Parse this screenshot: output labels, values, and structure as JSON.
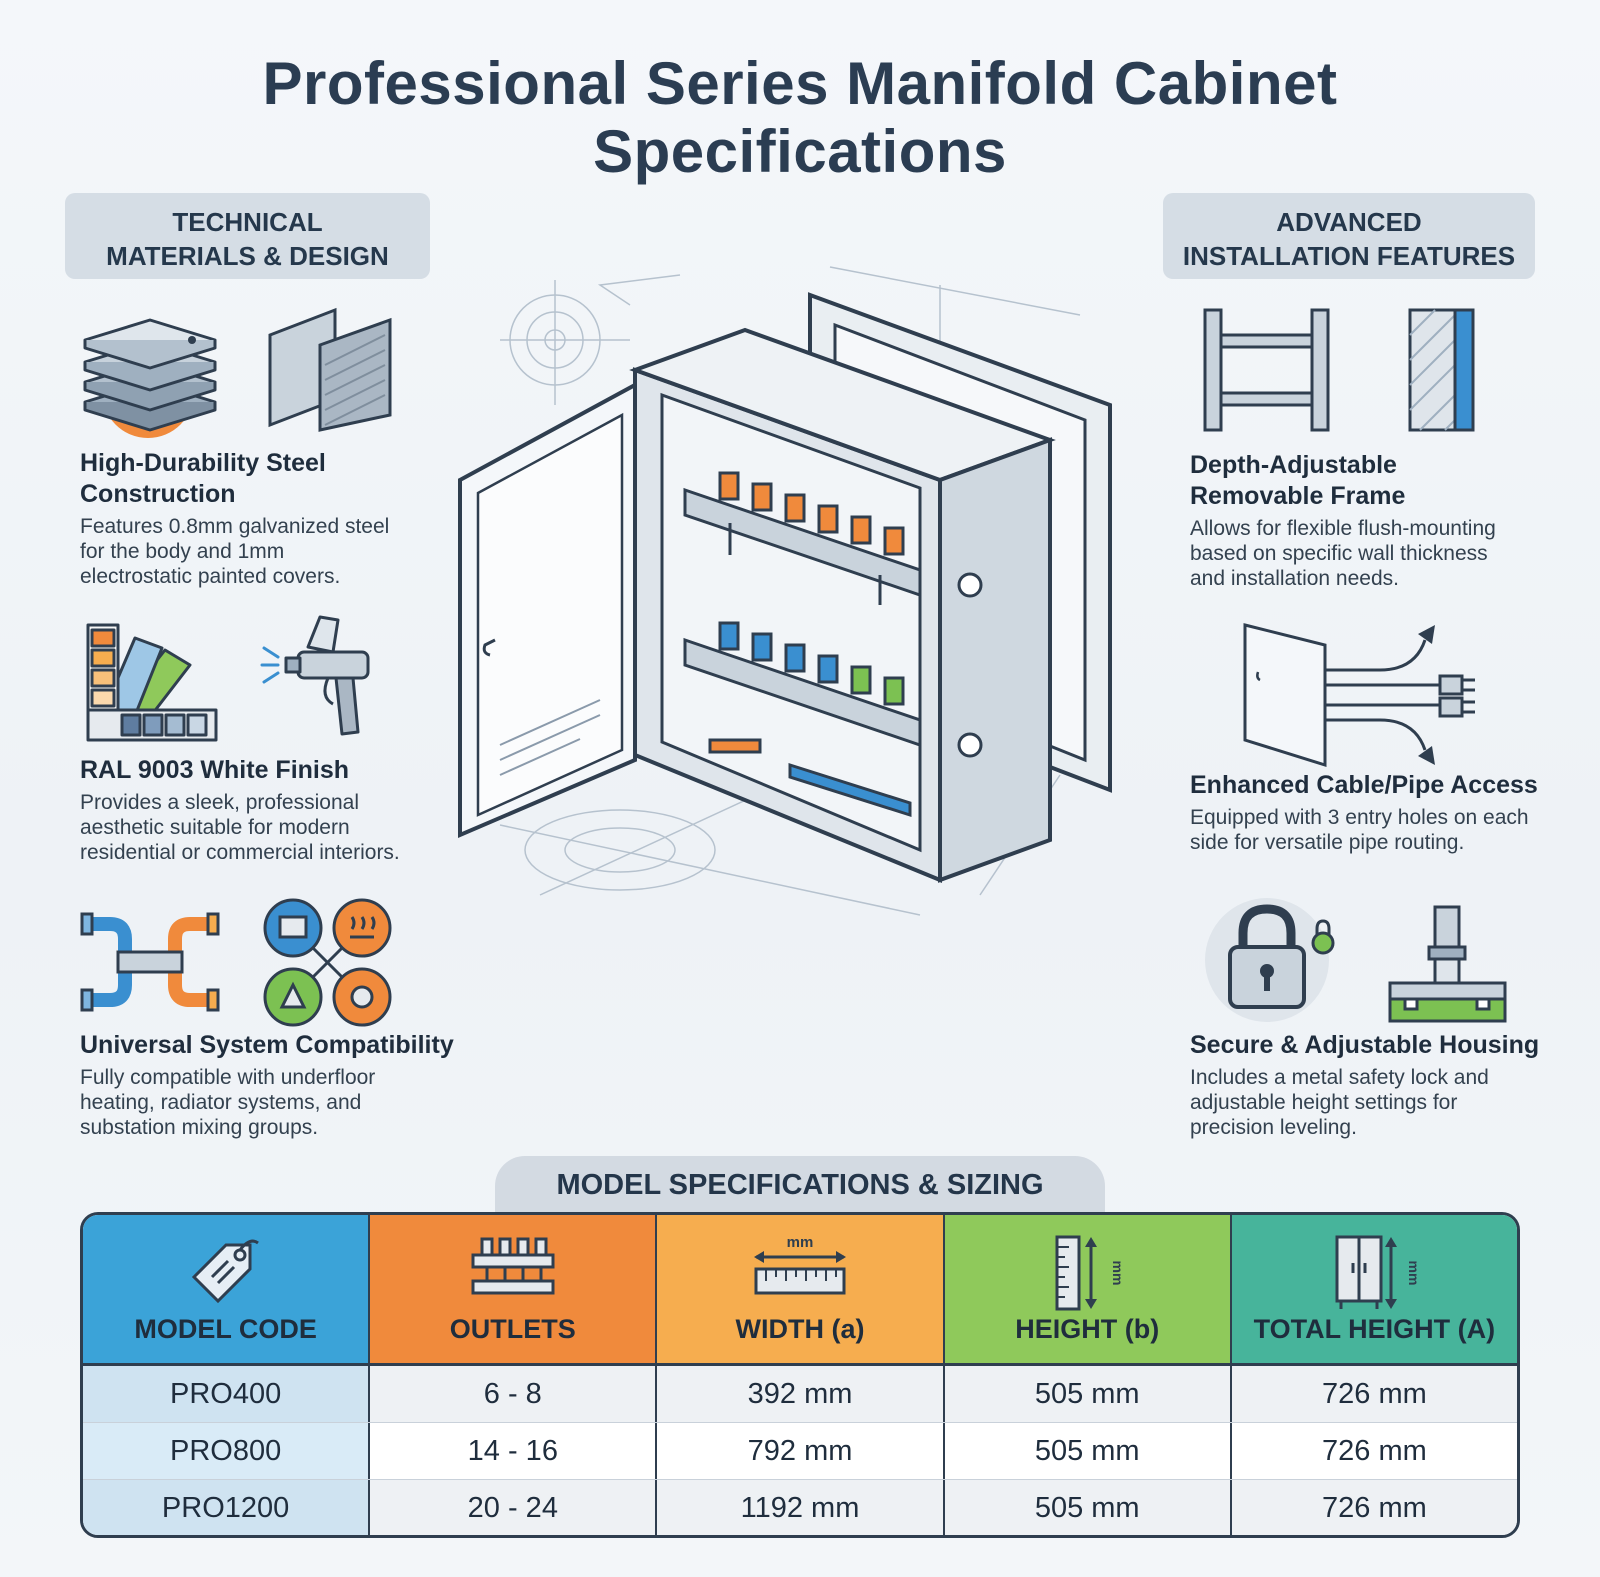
{
  "title": {
    "line1": "Professional Series Manifold Cabinet",
    "line2": "Specifications"
  },
  "left_section": {
    "heading_line1": "TECHNICAL",
    "heading_line2": "MATERIALS & DESIGN",
    "features": [
      {
        "title_line1": "High-Durability Steel",
        "title_line2": "Construction",
        "desc": [
          "Features 0.8mm galvanized steel",
          "for the body and 1mm",
          "electrostatic painted covers."
        ],
        "icons": [
          "steel-layers-icon",
          "steel-panels-icon"
        ]
      },
      {
        "title_line1": "RAL 9003 White Finish",
        "desc": [
          "Provides a sleek, professional",
          "aesthetic suitable for modern",
          "residential or commercial interiors."
        ],
        "icons": [
          "color-swatch-icon",
          "spray-gun-icon"
        ]
      },
      {
        "title_line1": "Universal System Compatibility",
        "desc": [
          "Fully compatible with underfloor",
          "heating, radiator systems, and",
          "substation mixing groups."
        ],
        "icons": [
          "pipe-connection-icon",
          "system-network-icon"
        ]
      }
    ]
  },
  "right_section": {
    "heading_line1": "ADVANCED",
    "heading_line2": "INSTALLATION FEATURES",
    "features": [
      {
        "title_line1": "Depth-Adjustable",
        "title_line2": "Removable Frame",
        "desc": [
          "Allows for flexible flush-mounting",
          "based on specific wall thickness",
          "and installation needs."
        ],
        "icons": [
          "adjustable-frame-icon",
          "wall-section-icon"
        ]
      },
      {
        "title_line1": "Enhanced Cable/Pipe Access",
        "desc": [
          "Equipped with 3 entry holes on each",
          "side for versatile pipe routing."
        ],
        "icons": [
          "cable-entry-icon"
        ]
      },
      {
        "title_line1": "Secure & Adjustable Housing",
        "desc": [
          "Includes a metal safety lock and",
          "adjustable height settings for",
          "precision leveling."
        ],
        "icons": [
          "padlock-icon",
          "leveling-foot-icon"
        ]
      }
    ]
  },
  "table": {
    "heading": "MODEL SPECIFICATIONS & SIZING",
    "columns": [
      {
        "label": "MODEL CODE",
        "color": "#3ba3d8",
        "icon": "tag-icon"
      },
      {
        "label": "OUTLETS",
        "color": "#f08a3c",
        "icon": "manifold-icon"
      },
      {
        "label": "WIDTH (a)",
        "color": "#f6ad4f",
        "icon": "ruler-width-icon",
        "icon_text": "mm"
      },
      {
        "label": "HEIGHT (b)",
        "color": "#8fc95b",
        "icon": "ruler-height-icon",
        "icon_text": "mm"
      },
      {
        "label": "TOTAL HEIGHT (A)",
        "color": "#47b49b",
        "icon": "cabinet-height-icon",
        "icon_text": "mm"
      }
    ],
    "rows": [
      [
        "PRO400",
        "6 - 8",
        "392 mm",
        "505 mm",
        "726 mm"
      ],
      [
        "PRO800",
        "14 - 16",
        "792 mm",
        "505 mm",
        "726 mm"
      ],
      [
        "PRO1200",
        "20 - 24",
        "1192 mm",
        "505 mm",
        "726 mm"
      ]
    ]
  },
  "colors": {
    "orange": "#f08a3c",
    "blue": "#3a8fd0",
    "green": "#7cc152",
    "outline": "#2f3e4f"
  }
}
